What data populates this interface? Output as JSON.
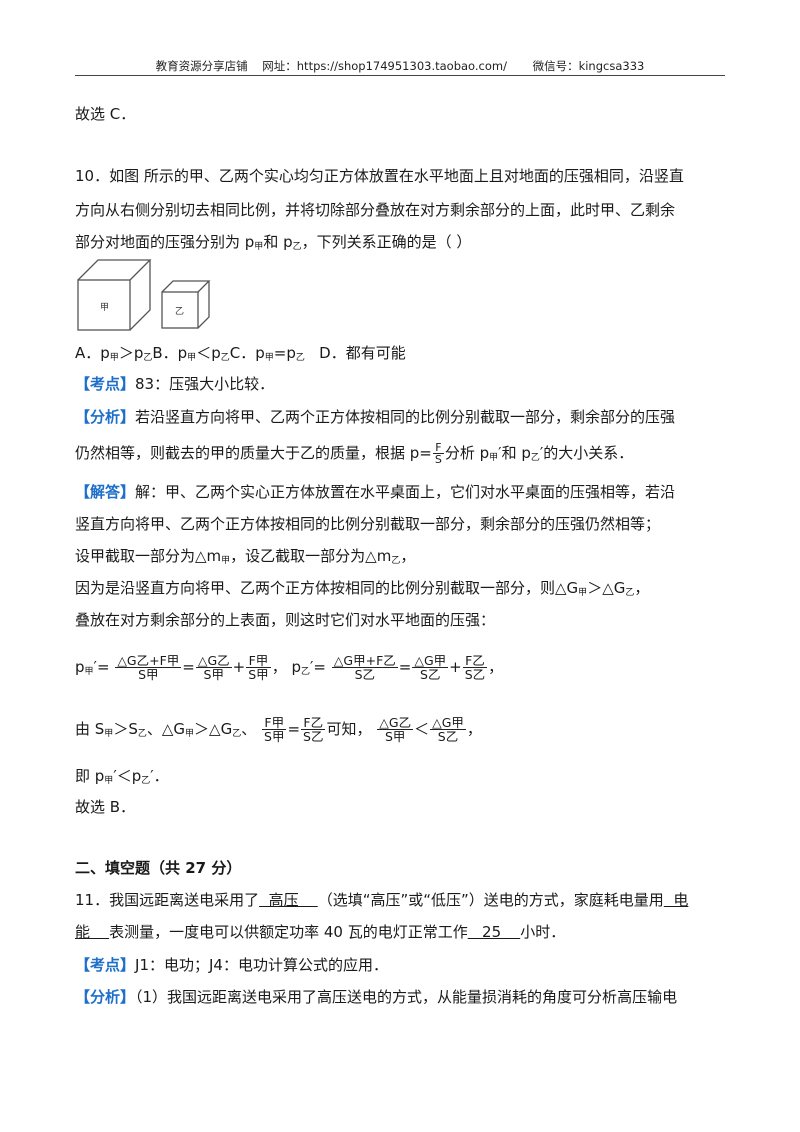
{
  "header": {
    "shop": "教育资源分享店铺",
    "url_label": "网址：",
    "url": "https://shop174951303.taobao.com/",
    "wechat_label": "微信号：",
    "wechat": "kingcsa333"
  },
  "prev_answer": "故选 C．",
  "q10": {
    "line1": "10．如图 所示的甲、乙两个实心均匀正方体放置在水平地面上且对地面的压强相同，沿竖直",
    "line2": "方向从右侧分别切去相同比例，并将切除部分叠放在对方剩余部分的上面，此时甲、乙剩余",
    "line3_a": "部分对地面的压强分别为 p",
    "sub_jia": "甲",
    "sub_yi": "乙",
    "line3_b": "和 p",
    "line3_c": "，下列关系正确的是（        ）",
    "fig_label_jia": "甲",
    "fig_label_yi": "乙",
    "options": {
      "a1": "A．p",
      "a2": "＞p",
      "b1": "B．p",
      "b2": "＜p",
      "c1": "C．p",
      "c2": "=p",
      "d": "D．都有可能"
    },
    "kaodian_tag": "【考点】",
    "kaodian": "83：压强大小比较．",
    "fenxi_tag": "【分析】",
    "fenxi1": "若沿竖直方向将甲、乙两个正方体按相同的比例分别截取一部分，剩余部分的压强",
    "fenxi2a": "仍然相等，则截去的甲的质量大于乙的质量，根据 p=",
    "fenxi_num": "F",
    "fenxi_den": "S",
    "fenxi2b": "分析 p",
    "fenxi2c": "′和 p",
    "fenxi2d": "′的大小关系．",
    "jieda_tag": "【解答】",
    "jieda1": "解：甲、乙两个实心正方体放置在水平桌面上，它们对水平桌面的压强相等，若沿",
    "jieda2": "竖直方向将甲、乙两个正方体按相同的比例分别截取一部分，剩余部分的压强仍然相等；",
    "jieda3a": "设甲截取一部分为△m",
    "jieda3b": "，设乙截取一部分为△m",
    "jieda3c": "，",
    "jieda4a": "因为是沿竖直方向将甲、乙两个正方体按相同的比例分别截取一部分，则△G",
    "jieda4b": "＞△G",
    "jieda4c": "，",
    "jieda5": "叠放在对方剩余部分的上表面，则这时它们对水平地面的压强：",
    "eq1": {
      "lhs_a": "p",
      "lhs_b": "′=",
      "f1_num": "△G乙+F甲",
      "f1_den": "S甲",
      "eq": "=",
      "f2_num": "△G乙",
      "f2_den": "S甲",
      "plus": "+",
      "f3_num": "F甲",
      "f3_den": "S甲",
      "sep": "，",
      "rhs_a": "p",
      "rhs_b": "′=",
      "g1_num": "△G甲+F乙",
      "g1_den": "S乙",
      "g2_num": "△G甲",
      "g2_den": "S乙",
      "g3_num": "F乙",
      "g3_den": "S乙",
      "end": "，"
    },
    "eq2": {
      "a": "由 S",
      "b": "＞S",
      "c": "、△G",
      "d": "＞△G",
      "e": "、",
      "h1_num": "F甲",
      "h1_den": "S甲",
      "eq": "=",
      "h2_num": "F乙",
      "h2_den": "S乙",
      "f": "可知，",
      "k1_num": "△G乙",
      "k1_den": "S甲",
      "lt": "＜",
      "k2_num": "△G甲",
      "k2_den": "S乙",
      "end": "，"
    },
    "concl_a": "即 p",
    "concl_b": "′＜p",
    "concl_c": "′．",
    "answer": "故选 B．"
  },
  "section2": {
    "title": "二、填空题（共 27 分）"
  },
  "q11": {
    "line1a": "11．我国远距离送电采用了",
    "blank1": "  高压    ",
    "line1b": "（选填“高压”或“低压”）送电的方式，家庭耗电量用",
    "blank2a": "  电",
    "blank2b": "能    ",
    "line2a": "表测量，一度电可以供额定功率 40  瓦的电灯正常工作",
    "blank3": "   25    ",
    "line2b": "小时．",
    "kaodian_tag": "【考点】",
    "kaodian": "J1：电功；J4：电功计算公式的应用．",
    "fenxi_tag": "【分析】",
    "fenxi1": "（1）我国远距离送电采用了高压送电的方式，从能量损消耗的角度可分析高压输电"
  }
}
